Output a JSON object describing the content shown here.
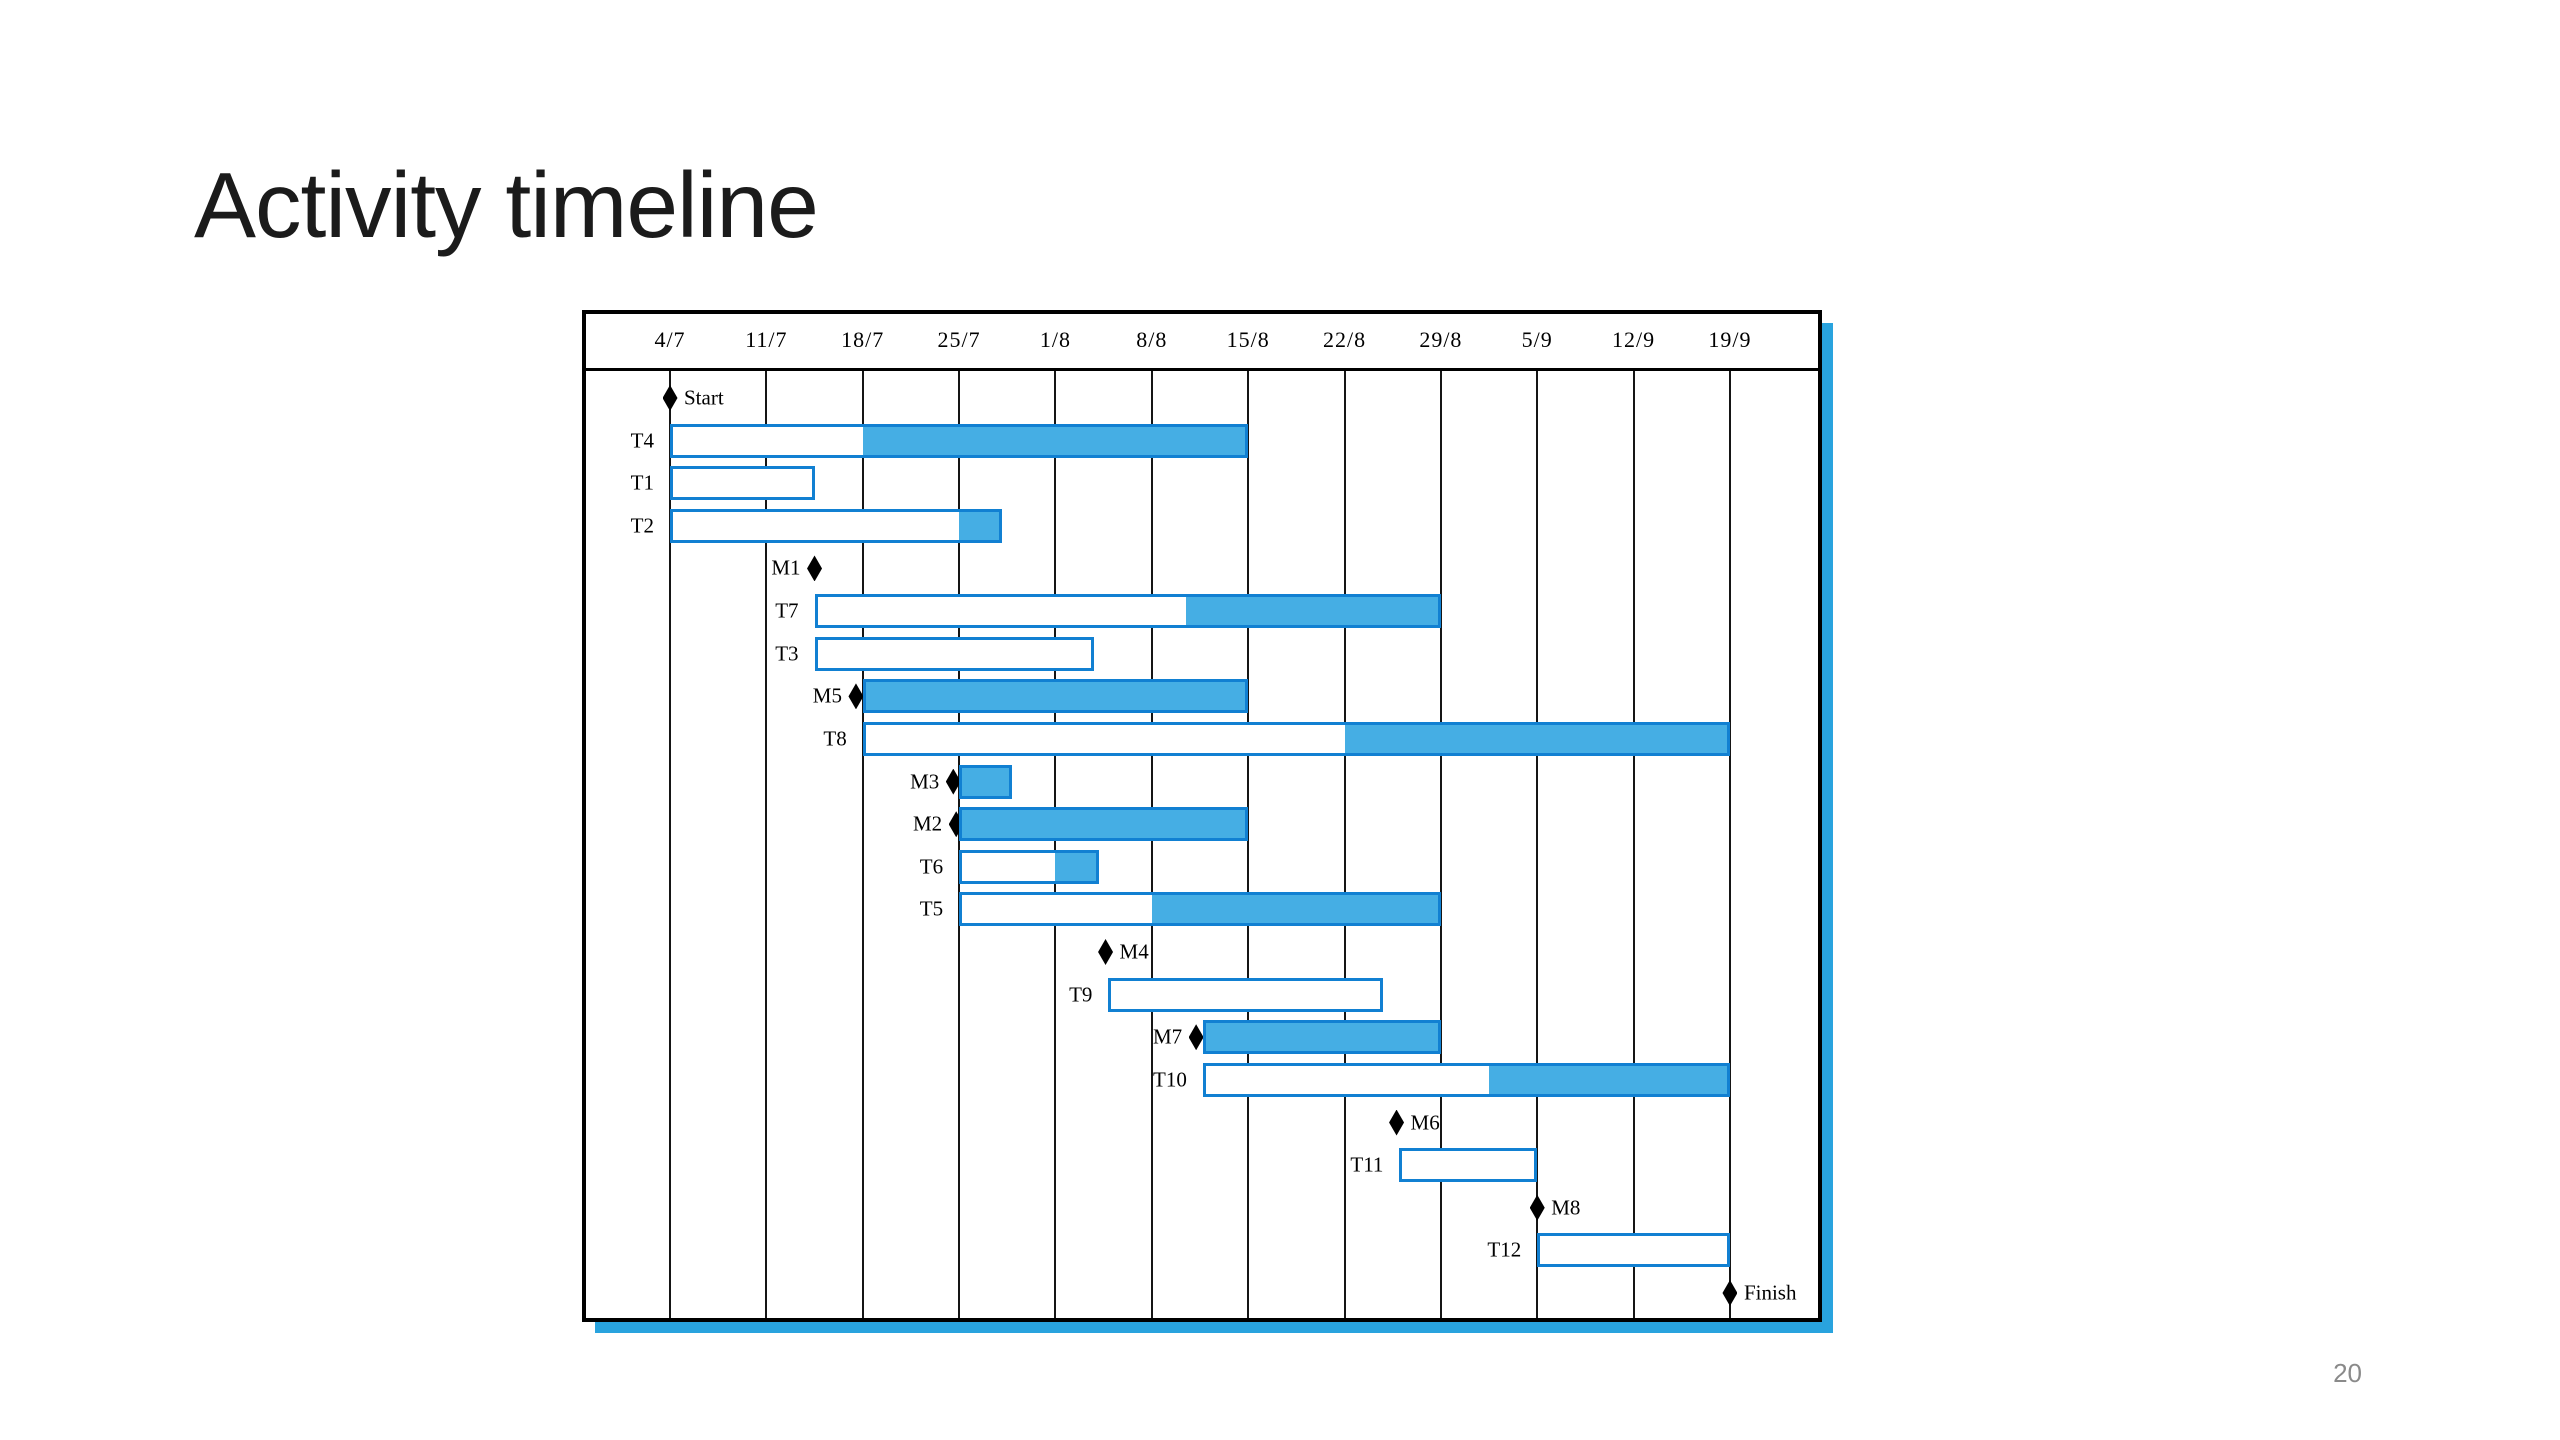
{
  "slide": {
    "title": "Activity timeline",
    "page_number": "20"
  },
  "chart_data": {
    "type": "gantt",
    "title": "Activity timeline",
    "x_axis": {
      "tick_labels": [
        "4/7",
        "11/7",
        "18/7",
        "25/7",
        "1/8",
        "8/8",
        "15/8",
        "22/8",
        "29/8",
        "5/9",
        "12/9",
        "19/9"
      ],
      "tick_unit": "weeks",
      "range_weeks": [
        0,
        11
      ],
      "grid": "vertical lines at every weekly tick"
    },
    "bar_semantics": {
      "hollow_segment": "white (outlined) portion of activity",
      "filled_segment": "solid blue portion of activity",
      "diamond": "milestone marker"
    },
    "rows": [
      {
        "label": "Start",
        "kind": "milestone",
        "at": 0,
        "label_side": "right"
      },
      {
        "label": "T4",
        "kind": "task",
        "start": 0,
        "filled_from": 2,
        "end": 6
      },
      {
        "label": "T1",
        "kind": "task",
        "start": 0,
        "filled_from": 1.5,
        "end": 1.5
      },
      {
        "label": "T2",
        "kind": "task",
        "start": 0,
        "filled_from": 3,
        "end": 3.45
      },
      {
        "label": "M1",
        "kind": "milestone",
        "at": 1.5,
        "label_side": "left"
      },
      {
        "label": "T7",
        "kind": "task",
        "start": 1.5,
        "filled_from": 5.35,
        "end": 8
      },
      {
        "label": "T3",
        "kind": "task",
        "start": 1.5,
        "filled_from": 4.4,
        "end": 4.4
      },
      {
        "label": "M5",
        "kind": "milestone",
        "at": 1.93,
        "label_side": "left",
        "bar": {
          "start": 2,
          "filled_from": 2,
          "end": 6
        }
      },
      {
        "label": "T8",
        "kind": "task",
        "start": 2,
        "filled_from": 7,
        "end": 11
      },
      {
        "label": "M3",
        "kind": "milestone",
        "at": 2.94,
        "label_side": "left",
        "bar": {
          "start": 3,
          "filled_from": 3,
          "end": 3.55
        }
      },
      {
        "label": "M2",
        "kind": "milestone",
        "at": 2.97,
        "label_side": "left",
        "bar": {
          "start": 3,
          "filled_from": 3,
          "end": 6
        }
      },
      {
        "label": "T6",
        "kind": "task",
        "start": 3,
        "filled_from": 4,
        "end": 4.45
      },
      {
        "label": "T5",
        "kind": "task",
        "start": 3,
        "filled_from": 5,
        "end": 8
      },
      {
        "label": "M4",
        "kind": "milestone",
        "at": 4.52,
        "label_side": "right"
      },
      {
        "label": "T9",
        "kind": "task",
        "start": 4.55,
        "filled_from": 7.4,
        "end": 7.4
      },
      {
        "label": "M7",
        "kind": "milestone",
        "at": 5.46,
        "label_side": "left",
        "bar": {
          "start": 5.53,
          "filled_from": 5.53,
          "end": 8
        }
      },
      {
        "label": "T10",
        "kind": "task",
        "start": 5.53,
        "filled_from": 8.5,
        "end": 11
      },
      {
        "label": "M6",
        "kind": "milestone",
        "at": 7.54,
        "label_side": "right"
      },
      {
        "label": "T11",
        "kind": "task",
        "start": 7.57,
        "filled_from": 9,
        "end": 9
      },
      {
        "label": "M8",
        "kind": "milestone",
        "at": 9,
        "label_side": "right"
      },
      {
        "label": "T12",
        "kind": "task",
        "start": 9,
        "filled_from": 11,
        "end": 11
      },
      {
        "label": "Finish",
        "kind": "milestone",
        "at": 11,
        "label_side": "right"
      }
    ],
    "colors": {
      "bar_fill": "#45aee4",
      "bar_border": "#1180d2",
      "frame_border": "#000000",
      "frame_shadow": "#29a3de",
      "milestone": "#000000",
      "text": "#000000",
      "title_text": "#1b1b1b",
      "page_number_text": "#8a8a8a"
    }
  }
}
